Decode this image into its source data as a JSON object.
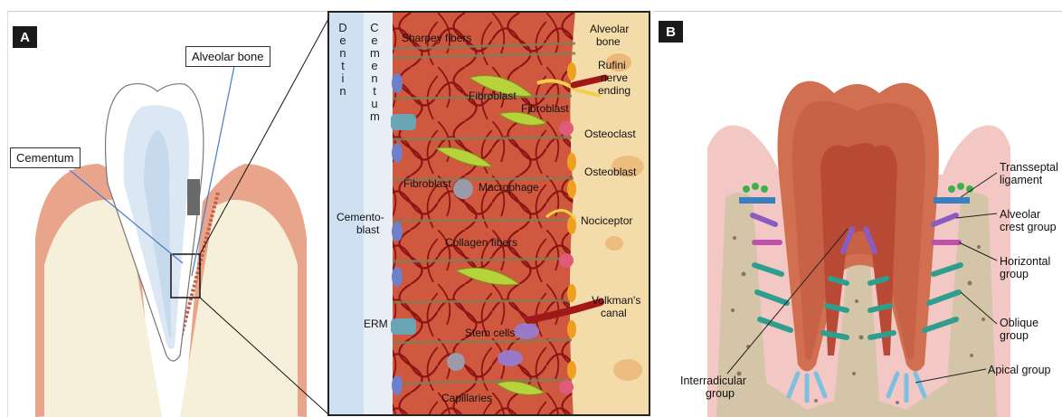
{
  "panel_a": {
    "tag": "A",
    "labels": {
      "alveolar_bone": "Alveolar bone",
      "cementum": "Cementum"
    }
  },
  "zoom_panel": {
    "vertical_labels": [
      "D",
      "e",
      "n",
      "t",
      "i",
      "n",
      "C",
      "e",
      "m",
      "e",
      "n",
      "t",
      "u",
      "m"
    ],
    "labels": {
      "sharpey": "Sharpey fibers",
      "alveolar_bone_1": "Alveolar",
      "alveolar_bone_2": "bone",
      "rufini_1": "Rufini",
      "rufini_2": "nerve",
      "rufini_3": "ending",
      "fibroblast_1": "Fibroblast",
      "fibroblast_2": "Fibroblast",
      "osteoclast": "Osteoclast",
      "osteoblast": "Osteoblast",
      "fibroblast_3": "Fibroblast",
      "macrophage": "Macrophage",
      "cementoblast_1": "Cemento-",
      "cementoblast_2": "blast",
      "nociceptor": "Nociceptor",
      "collagen": "Collagen fibers",
      "volkman_1": "Volkman's",
      "volkman_2": "canal",
      "erm": "ERM",
      "stem_cells": "Stem cells",
      "capillaries": "Capillaries"
    }
  },
  "panel_b": {
    "tag": "B",
    "labels": {
      "transseptal_1": "Transseptal",
      "transseptal_2": "ligament",
      "alveolar_crest_1": "Alveolar",
      "alveolar_crest_2": "crest group",
      "horizontal_1": "Horizontal",
      "horizontal_2": "group",
      "oblique_1": "Oblique",
      "oblique_2": "group",
      "apical": "Apical group",
      "interradicular_1": "Interradicular",
      "interradicular_2": "group"
    }
  },
  "colors": {
    "gum": "#e8a58c",
    "bone": "#f6efd9",
    "pdl_red": "#c8412e",
    "vessel": "#8c1414",
    "fiber": "#8a7a55",
    "dentin_blue": "#cfe0f2",
    "cementum": "#e8eef6",
    "ligament_teal": "#2f9e8f",
    "ligament_blue": "#3a7fc1",
    "ligament_purple": "#8a5cc0"
  }
}
